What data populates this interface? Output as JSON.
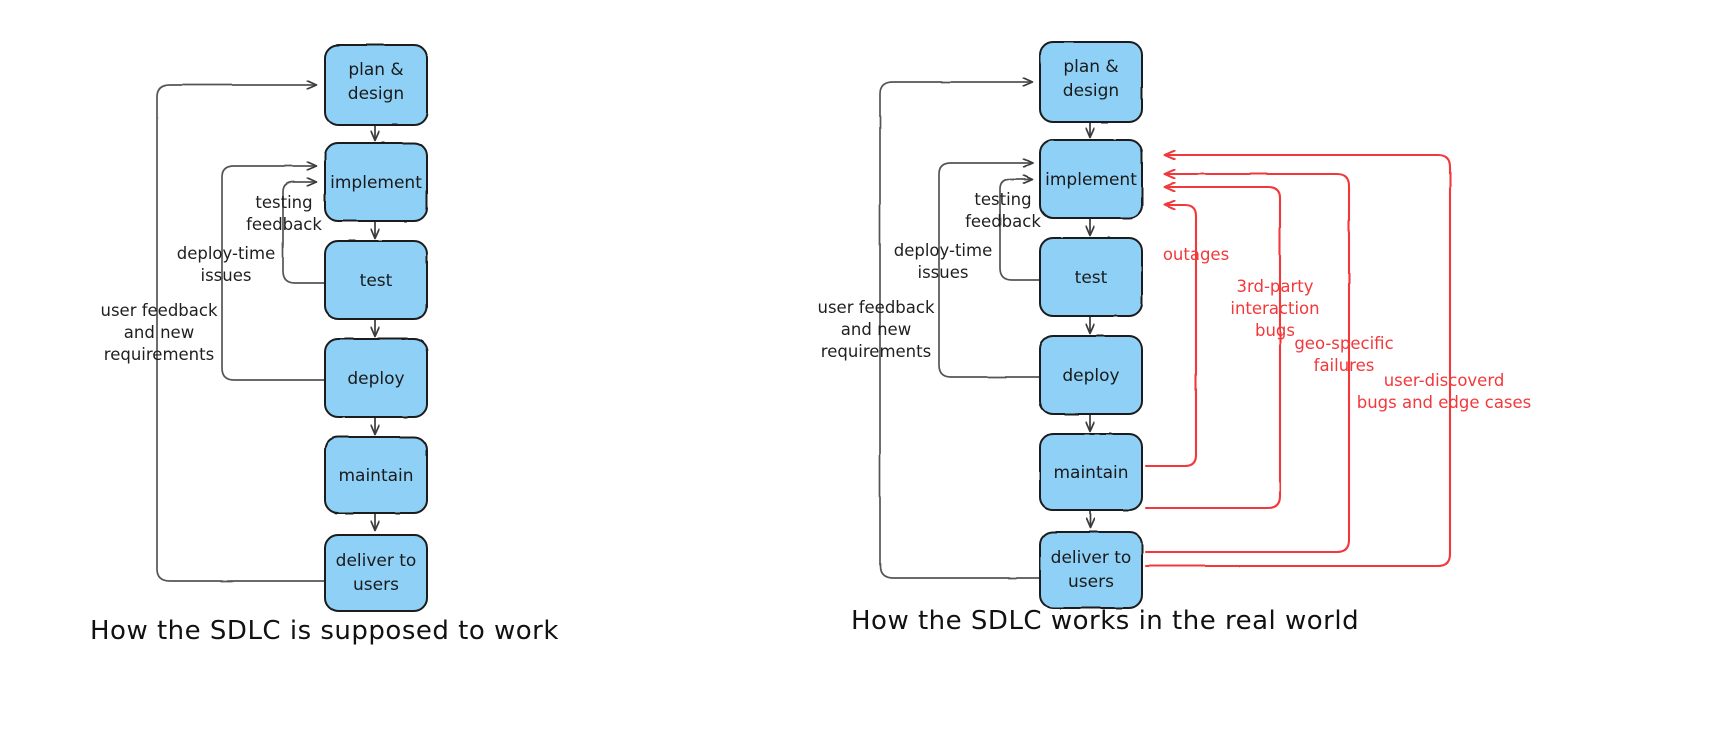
{
  "colors": {
    "node_fill": "#8ed0f6",
    "node_stroke": "#1a1a1a",
    "edge": "#3a3a3a",
    "red": "#f2383a",
    "text": "#1a1a1a",
    "background": "#ffffff"
  },
  "left_diagram": {
    "caption": "How the SDLC is supposed to work",
    "nodes": [
      {
        "id": "plan",
        "label_line1": "plan &",
        "label_line2": "design"
      },
      {
        "id": "implement",
        "label_line1": "implement",
        "label_line2": ""
      },
      {
        "id": "test",
        "label_line1": "test",
        "label_line2": ""
      },
      {
        "id": "deploy",
        "label_line1": "deploy",
        "label_line2": ""
      },
      {
        "id": "maintain",
        "label_line1": "maintain",
        "label_line2": ""
      },
      {
        "id": "deliver",
        "label_line1": "deliver to",
        "label_line2": "users"
      }
    ],
    "feedback_labels": [
      {
        "id": "testing-feedback",
        "line1": "testing",
        "line2": "feedback",
        "line3": ""
      },
      {
        "id": "deploy-time-issues",
        "line1": "deploy-time",
        "line2": "issues",
        "line3": ""
      },
      {
        "id": "user-feedback",
        "line1": "user feedback",
        "line2": "and new",
        "line3": "requirements"
      }
    ]
  },
  "right_diagram": {
    "caption": "How the SDLC works in the real world",
    "nodes": [
      {
        "id": "plan",
        "label_line1": "plan &",
        "label_line2": "design"
      },
      {
        "id": "implement",
        "label_line1": "implement",
        "label_line2": ""
      },
      {
        "id": "test",
        "label_line1": "test",
        "label_line2": ""
      },
      {
        "id": "deploy",
        "label_line1": "deploy",
        "label_line2": ""
      },
      {
        "id": "maintain",
        "label_line1": "maintain",
        "label_line2": ""
      },
      {
        "id": "deliver",
        "label_line1": "deliver to",
        "label_line2": "users"
      }
    ],
    "feedback_labels": [
      {
        "id": "testing-feedback",
        "line1": "testing",
        "line2": "feedback",
        "line3": ""
      },
      {
        "id": "deploy-time-issues",
        "line1": "deploy-time",
        "line2": "issues",
        "line3": ""
      },
      {
        "id": "user-feedback",
        "line1": "user feedback",
        "line2": "and new",
        "line3": "requirements"
      }
    ],
    "red_labels": [
      {
        "id": "outages",
        "line1": "outages",
        "line2": "",
        "line3": ""
      },
      {
        "id": "third-party-bugs",
        "line1": "3rd-party",
        "line2": "interaction",
        "line3": "bugs"
      },
      {
        "id": "geo-specific",
        "line1": "geo-specific",
        "line2": "failures",
        "line3": ""
      },
      {
        "id": "user-discovered",
        "line1": "user-discoverd",
        "line2": "bugs and edge cases",
        "line3": ""
      }
    ]
  }
}
